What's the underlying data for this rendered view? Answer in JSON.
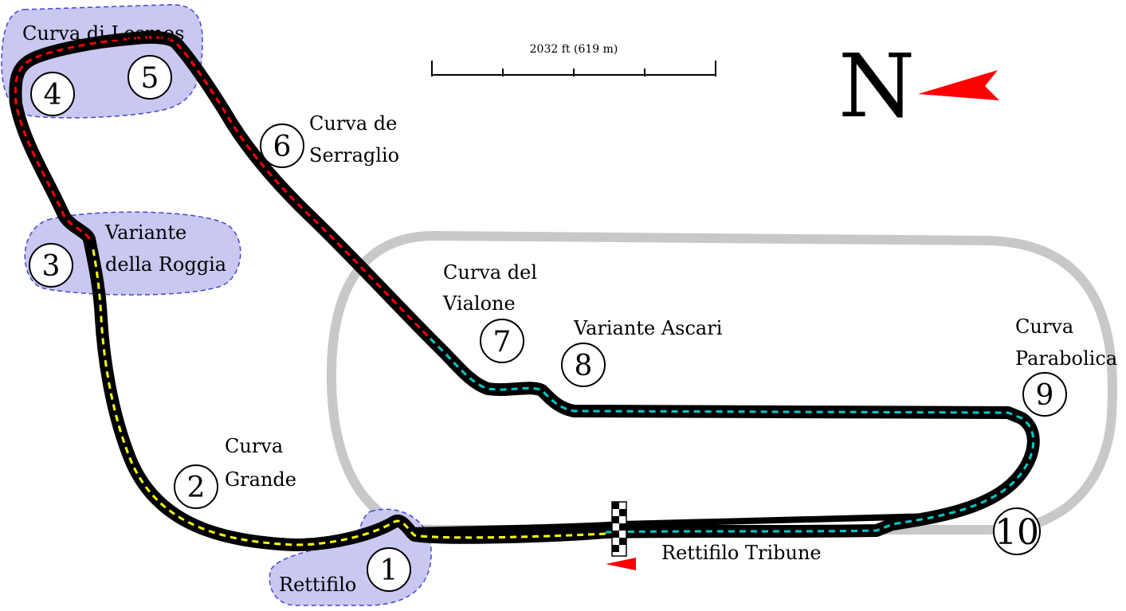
{
  "scale_bar": {
    "label": "2032 ft (619 m)"
  },
  "north": {
    "letter": "N"
  },
  "corners": [
    {
      "number": "1",
      "name": [
        "Rettifilo"
      ]
    },
    {
      "number": "2",
      "name": [
        "Curva",
        "Grande"
      ]
    },
    {
      "number": "3",
      "name": [
        "Variante",
        "della Roggia"
      ]
    },
    {
      "number": "4",
      "name": []
    },
    {
      "number": "5",
      "name": []
    },
    {
      "number": "6",
      "name": [
        "Curva de",
        "Serraglio"
      ]
    },
    {
      "number": "7",
      "name": [
        "Curva del",
        "Vialone"
      ]
    },
    {
      "number": "8",
      "name": [
        "Variante Ascari"
      ]
    },
    {
      "number": "9",
      "name": [
        "Curva",
        "Parabolica"
      ]
    },
    {
      "number": "10",
      "name": []
    }
  ],
  "zones": {
    "lesmos_label": "Curva di Lesmos"
  },
  "straights": {
    "main_straight_label": "Rettifilo Tribune"
  },
  "colors": {
    "track": "#000000",
    "sector1": "#ffff00",
    "sector2": "#ff0000",
    "sector3": "#00c8c8",
    "oval": "#c8c8c8",
    "zone_fill": "#c8c8f0",
    "zone_stroke": "#4646d2",
    "north_arrow": "#ff0000"
  }
}
